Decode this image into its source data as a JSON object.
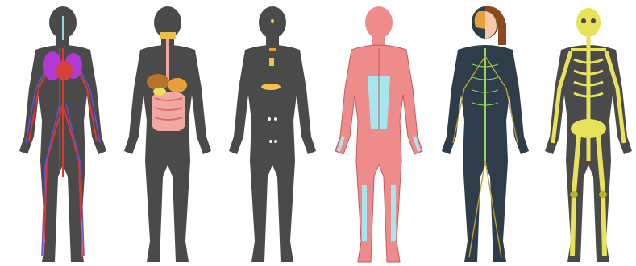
{
  "figures": [
    {
      "id": "circulatory",
      "icon": "circulatory-system-figure"
    },
    {
      "id": "digestive",
      "icon": "digestive-system-figure"
    },
    {
      "id": "endocrine",
      "icon": "endocrine-system-figure"
    },
    {
      "id": "muscular",
      "icon": "muscular-system-figure"
    },
    {
      "id": "nervous",
      "icon": "nervous-system-figure"
    },
    {
      "id": "skeletal",
      "icon": "skeletal-system-figure"
    }
  ],
  "colors": {
    "silhouette": "#4a4a4a",
    "artery": "#e8352a",
    "vein": "#5a55d6",
    "lung": "#b13ad6",
    "heart": "#d8403a",
    "organ": "#e8a13a",
    "intestine": "#f1a8a3",
    "endocrine": "#f1c24d",
    "muscle": "#ee8b8b",
    "tendon": "#a6e6ee",
    "nerve": "#8fd65a",
    "bone": "#e8e25a",
    "skin": "#f5c9a6",
    "hair": "#8a4a1e"
  }
}
